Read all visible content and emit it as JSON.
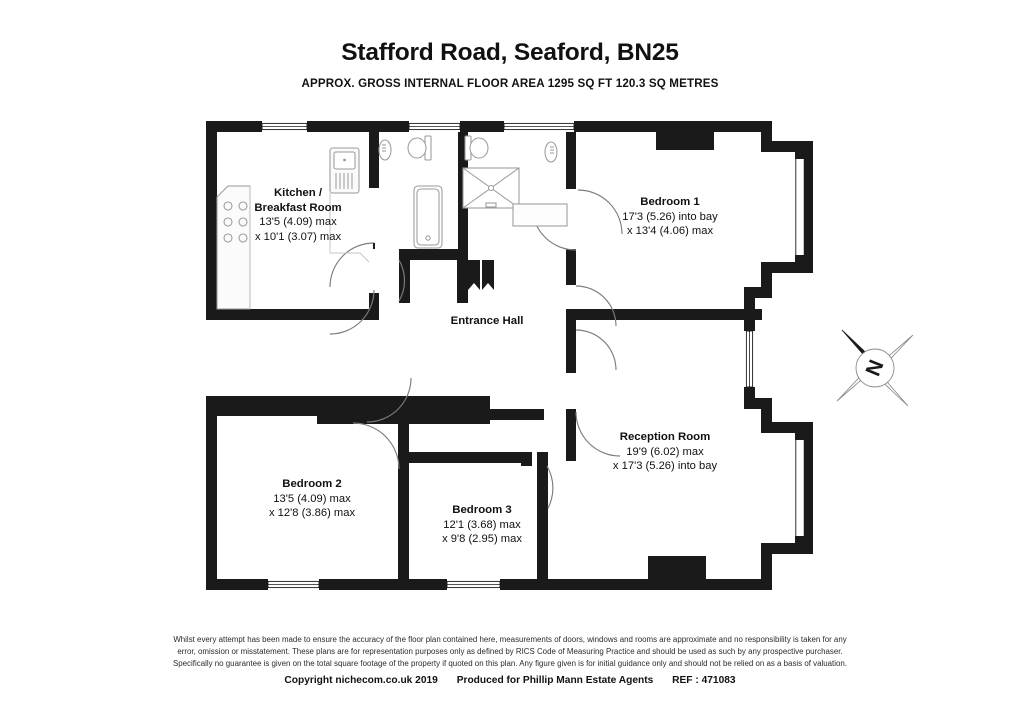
{
  "header": {
    "title": "Stafford Road, Seaford, BN25",
    "subtitle": "APPROX. GROSS INTERNAL FLOOR AREA 1295 SQ FT 120.3 SQ METRES"
  },
  "rooms": [
    {
      "id": "kitchen",
      "name": "Kitchen /\nBreakfast Room",
      "name_line1": "Kitchen /",
      "name_line2": "Breakfast Room",
      "dim1": "13'5 (4.09) max",
      "dim2": "x 10'1 (3.07) max"
    },
    {
      "id": "bedroom1",
      "name": "Bedroom 1",
      "dim1": "17'3 (5.26) into bay",
      "dim2": "x 13'4 (4.06) max"
    },
    {
      "id": "hall",
      "name": "Entrance Hall",
      "dim1": "",
      "dim2": ""
    },
    {
      "id": "reception",
      "name": "Reception Room",
      "dim1": "19'9 (6.02) max",
      "dim2": "x 17'3 (5.26) into bay"
    },
    {
      "id": "bedroom2",
      "name": "Bedroom 2",
      "dim1": "13'5 (4.09) max",
      "dim2": "x 12'8 (3.86) max"
    },
    {
      "id": "bedroom3",
      "name": "Bedroom 3",
      "dim1": "12'1 (3.68) max",
      "dim2": "x 9'8 (2.95) max"
    }
  ],
  "compass": {
    "label": "N"
  },
  "footer": {
    "disclaimer_line1": "Whilst every attempt has been made to ensure the accuracy of the floor plan contained here, measurements of doors, windows and rooms are approximate and no responsibility is taken for any",
    "disclaimer_line2": "error, omission or misstatement. These plans are for representation purposes only as defined by RICS Code of Measuring Practice and should be used as such by any prospective purchaser.",
    "disclaimer_line3": "Specifically no guarantee is given on the total square footage of the property if quoted on this plan. Any figure given is for initial guidance only and should not be relied on as a basis of valuation.",
    "copyright": "Copyright nichecom.co.uk 2019",
    "produced_for": "Produced for Phillip Mann Estate Agents",
    "reference": "REF : 471083"
  },
  "colors": {
    "wall": "#1a1a1a",
    "fixture_outline": "#8c8c8c",
    "door_arc": "#8c8c8c",
    "background": "#ffffff",
    "text": "#111111"
  }
}
